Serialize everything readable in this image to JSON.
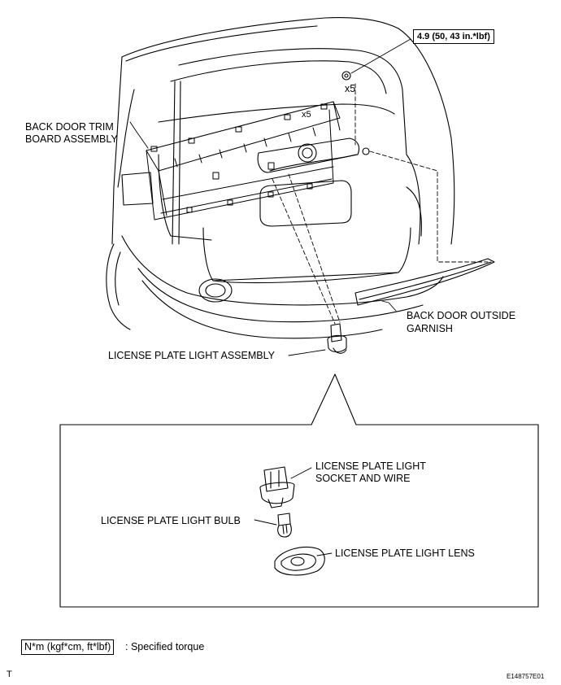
{
  "labels": {
    "torque_spec": "4.9 (50, 43 in.*lbf)",
    "x5_top": "x5",
    "x5_trim": "x5",
    "back_door_trim_line1": "BACK DOOR TRIM",
    "back_door_trim_line2": "BOARD ASSEMBLY",
    "garnish_line1": "BACK DOOR OUTSIDE",
    "garnish_line2": "GARNISH",
    "license_plate_light_assembly": "LICENSE PLATE LIGHT ASSEMBLY",
    "socket_line1": "LICENSE PLATE LIGHT",
    "socket_line2": "SOCKET AND WIRE",
    "bulb": "LICENSE PLATE LIGHT BULB",
    "lens": "LICENSE PLATE LIGHT LENS"
  },
  "legend": {
    "symbol": "N*m (kgf*cm, ft*lbf)",
    "description": ": Specified torque"
  },
  "footer": {
    "left_mark": "T",
    "figure_id": "E148757E01"
  }
}
